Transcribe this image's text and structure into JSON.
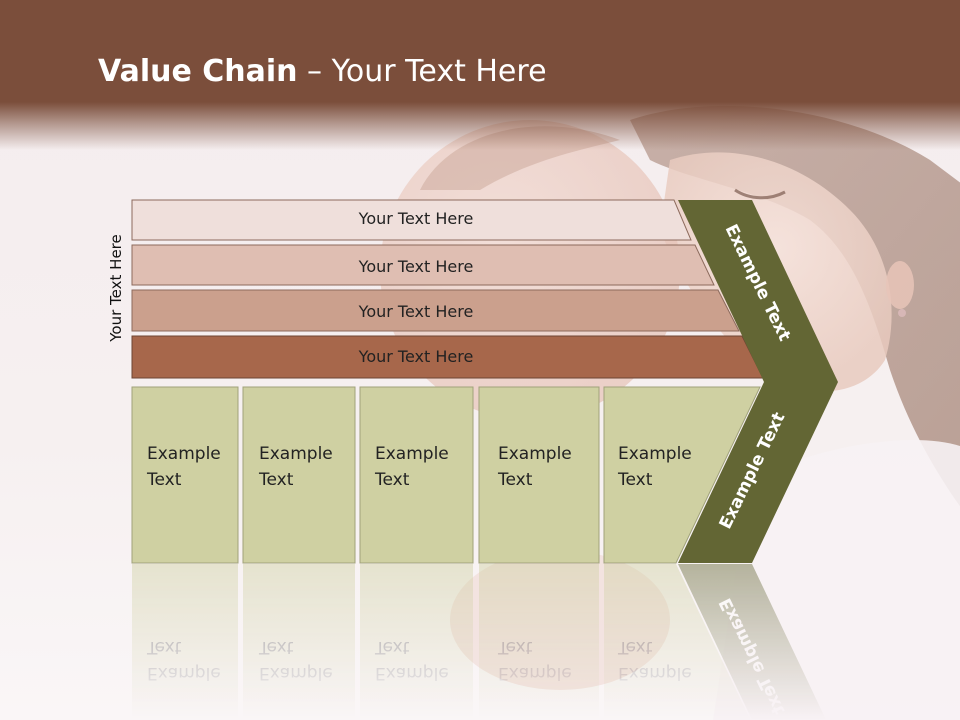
{
  "title": {
    "bold": "Value Chain",
    "rest": " – Your Text Here"
  },
  "vertical_label": "Your Text Here",
  "bars": [
    {
      "label": "Your Text Here",
      "color": "#efdfdb"
    },
    {
      "label": "Your Text Here",
      "color": "#dfbeb2"
    },
    {
      "label": "Your Text Here",
      "color": "#cba08d"
    },
    {
      "label": "Your Text Here",
      "color": "#a7674b"
    }
  ],
  "boxes": [
    {
      "line1": "Example",
      "line2": "Text"
    },
    {
      "line1": "Example",
      "line2": "Text"
    },
    {
      "line1": "Example",
      "line2": "Text"
    },
    {
      "line1": "Example",
      "line2": "Text"
    },
    {
      "line1": "Example",
      "line2": "Text"
    }
  ],
  "chevrons": {
    "upper": "Example Text",
    "lower": "Example Text"
  },
  "colors": {
    "header": "#7b4e3b",
    "box": "#cfd0a2",
    "chevron": "#636634"
  }
}
